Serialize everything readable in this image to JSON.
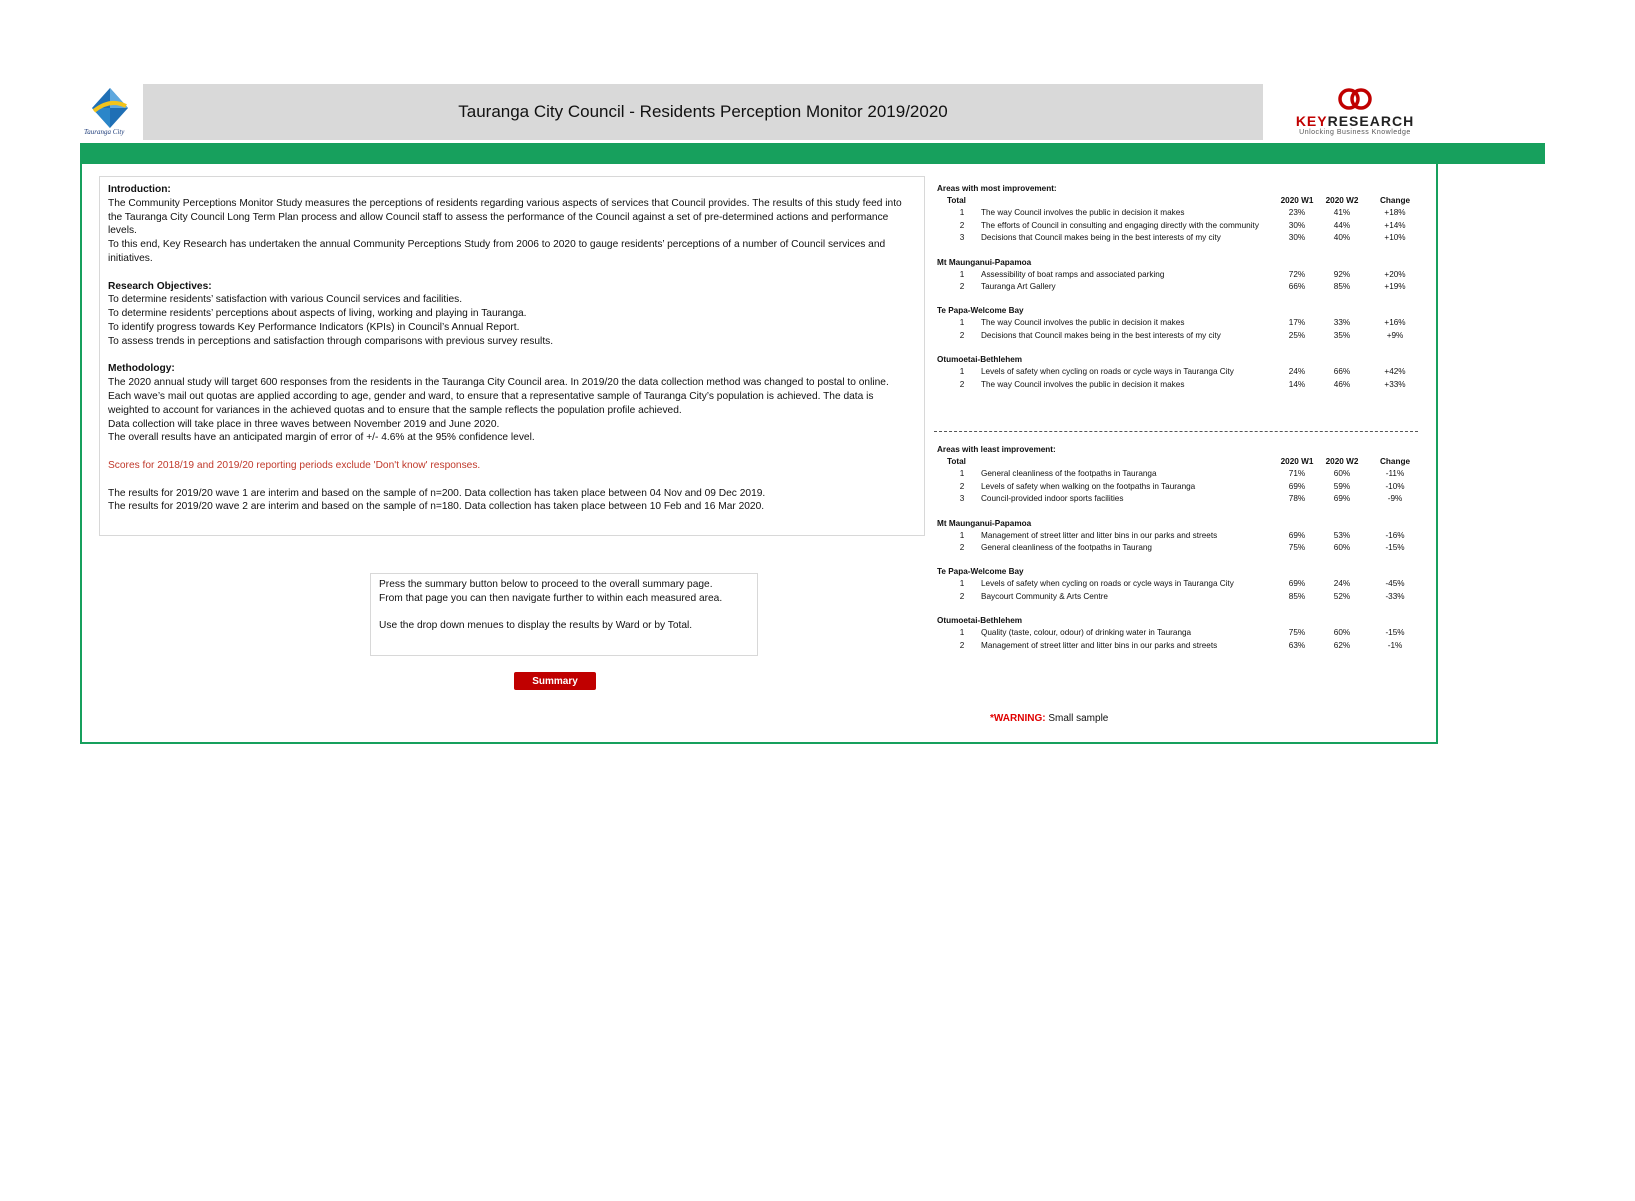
{
  "header": {
    "title": "Tauranga City Council - Residents Perception Monitor 2019/2020",
    "left_logo_text": "Tauranga City",
    "right_logo_key": "KEY",
    "right_logo_research": "RESEARCH",
    "right_logo_tagline": "Unlocking Business Knowledge"
  },
  "colors": {
    "green": "#17a05d",
    "button_red": "#c00000",
    "header_grey": "#d9d9d9",
    "note_red": "#c0392b"
  },
  "intro": {
    "introduction_heading": "Introduction:",
    "introduction_p1": "The Community Perceptions Monitor Study measures the perceptions of residents regarding various aspects of services that Council provides. The results of this study feed into the Tauranga City Council Long Term Plan process and allow Council staff to assess the performance of the Council against a set of pre-determined actions and performance levels.",
    "introduction_p2": "To this end, Key Research has undertaken the annual Community Perceptions Study from 2006 to 2020 to gauge residents’ perceptions of a number of Council services and initiatives.",
    "objectives_heading": "Research Objectives:",
    "objectives": [
      "To determine residents’ satisfaction with various Council services and facilities.",
      "To determine residents’ perceptions about aspects of living, working and playing in Tauranga.",
      "To identify progress towards Key Performance Indicators (KPIs) in Council’s Annual Report.",
      "To assess trends in perceptions and satisfaction through comparisons with previous survey results."
    ],
    "methodology_heading": "Methodology:",
    "methodology_p1": "The 2020 annual study will target 600 responses from the residents in the Tauranga City Council area. In 2019/20 the data collection method was changed to postal to online.",
    "methodology_p2": "Each wave’s mail out quotas are applied according to age, gender and ward, to ensure that a representative sample of Tauranga City’s population is achieved. The data is weighted to account for variances in the achieved quotas and to ensure that the sample reflects the population profile achieved.",
    "methodology_p3": "Data collection will take place in three waves between November 2019 and June 2020.",
    "methodology_p4": "The overall results have an anticipated margin of error of +/- 4.6% at the 95% confidence level.",
    "scores_note": "Scores for 2018/19 and 2019/20 reporting periods exclude 'Don't know' responses.",
    "wave1_note": "The results for 2019/20 wave 1 are interim and based on the sample of n=200.  Data collection has taken place between 04 Nov and 09 Dec 2019.",
    "wave2_note": "The results for 2019/20 wave 2 are interim and based on the sample of n=180. Data collection has taken place between 10 Feb and 16 Mar 2020."
  },
  "note_box": {
    "line1": "Press the summary button below to proceed to the overall summary page.",
    "line2": "From that page you can then navigate further to within each measured area.",
    "line3": "Use the drop down menues to display the results by Ward or by Total."
  },
  "summary_button": "Summary",
  "warning": {
    "label": "*WARNING:",
    "text": " Small sample"
  },
  "columns": {
    "total": "Total",
    "w1": "2020 W1",
    "w2": "2020 W2",
    "change": "Change"
  },
  "most_improvement": {
    "title": "Areas with most improvement:",
    "total_rows": [
      {
        "n": "1",
        "label": "The way Council involves the public in decision it makes",
        "w1": "23%",
        "w2": "41%",
        "ch": "+18%"
      },
      {
        "n": "2",
        "label": "The efforts of Council in consulting and engaging directly with the community",
        "w1": "30%",
        "w2": "44%",
        "ch": "+14%"
      },
      {
        "n": "3",
        "label": "Decisions that Council makes being in the best interests of my city",
        "w1": "30%",
        "w2": "40%",
        "ch": "+10%"
      }
    ],
    "wards": [
      {
        "name": "Mt Maunganui-Papamoa",
        "rows": [
          {
            "n": "1",
            "label": "Assessibility of boat ramps and associated parking",
            "w1": "72%",
            "w2": "92%",
            "ch": "+20%"
          },
          {
            "n": "2",
            "label": "Tauranga Art Gallery",
            "w1": "66%",
            "w2": "85%",
            "ch": "+19%"
          }
        ]
      },
      {
        "name": "Te Papa-Welcome Bay",
        "rows": [
          {
            "n": "1",
            "label": "The way Council involves the public in decision it makes",
            "w1": "17%",
            "w2": "33%",
            "ch": "+16%"
          },
          {
            "n": "2",
            "label": "Decisions that Council makes being in the best interests of my city",
            "w1": "25%",
            "w2": "35%",
            "ch": "+9%"
          }
        ]
      },
      {
        "name": "Otumoetai-Bethlehem",
        "rows": [
          {
            "n": "1",
            "label": "Levels of safety when cycling on roads or cycle ways in Tauranga City",
            "w1": "24%",
            "w2": "66%",
            "ch": "+42%"
          },
          {
            "n": "2",
            "label": "The way Council involves the public in decision it makes",
            "w1": "14%",
            "w2": "46%",
            "ch": "+33%"
          }
        ]
      }
    ]
  },
  "least_improvement": {
    "title": "Areas with least improvement:",
    "total_rows": [
      {
        "n": "1",
        "label": "General cleanliness of the footpaths in Tauranga",
        "w1": "71%",
        "w2": "60%",
        "ch": "-11%"
      },
      {
        "n": "2",
        "label": "Levels of safety when walking on the footpaths in Tauranga",
        "w1": "69%",
        "w2": "59%",
        "ch": "-10%"
      },
      {
        "n": "3",
        "label": "Council-provided indoor sports facilities",
        "w1": "78%",
        "w2": "69%",
        "ch": "-9%"
      }
    ],
    "wards": [
      {
        "name": "Mt Maunganui-Papamoa",
        "rows": [
          {
            "n": "1",
            "label": "Management of street litter and litter bins in our parks and streets",
            "w1": "69%",
            "w2": "53%",
            "ch": "-16%"
          },
          {
            "n": "2",
            "label": "General cleanliness of the footpaths in Taurang",
            "w1": "75%",
            "w2": "60%",
            "ch": "-15%"
          }
        ]
      },
      {
        "name": "Te Papa-Welcome Bay",
        "rows": [
          {
            "n": "1",
            "label": "Levels of safety when cycling on roads or cycle ways in Tauranga City",
            "w1": "69%",
            "w2": "24%",
            "ch": "-45%"
          },
          {
            "n": "2",
            "label": "Baycourt Community & Arts Centre",
            "w1": "85%",
            "w2": "52%",
            "ch": "-33%"
          }
        ]
      },
      {
        "name": "Otumoetai-Bethlehem",
        "rows": [
          {
            "n": "1",
            "label": "Quality (taste, colour, odour) of drinking water in Tauranga",
            "w1": "75%",
            "w2": "60%",
            "ch": "-15%"
          },
          {
            "n": "2",
            "label": "Management of street litter and litter bins in our parks and streets",
            "w1": "63%",
            "w2": "62%",
            "ch": "-1%"
          }
        ]
      }
    ]
  }
}
